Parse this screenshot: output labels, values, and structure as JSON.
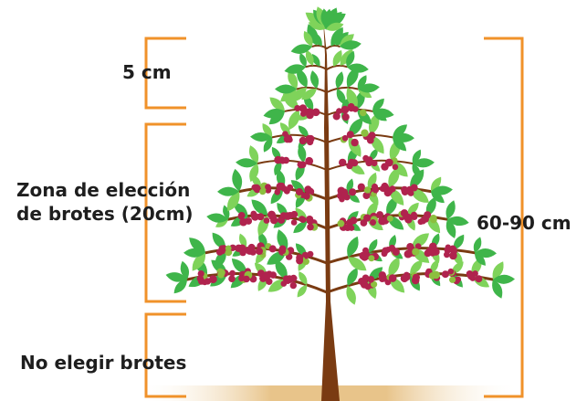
{
  "labels": {
    "top_section": "5 cm",
    "middle_line1": "Zona de elección",
    "middle_line2": "de brotes (20cm)",
    "bottom_section": "No elegir brotes",
    "total_height": "60-90 cm"
  },
  "colors": {
    "bracket": "#f0922a",
    "trunk": "#7a3b12",
    "leaf": "#3fb54a",
    "leaf_light": "#7fd35a",
    "berry": "#b0234e",
    "berry_green": "#8cbf3f",
    "ground": "#e8c48a",
    "text": "#1e1e1e"
  },
  "icons": [
    "coffee-plant-icon"
  ]
}
